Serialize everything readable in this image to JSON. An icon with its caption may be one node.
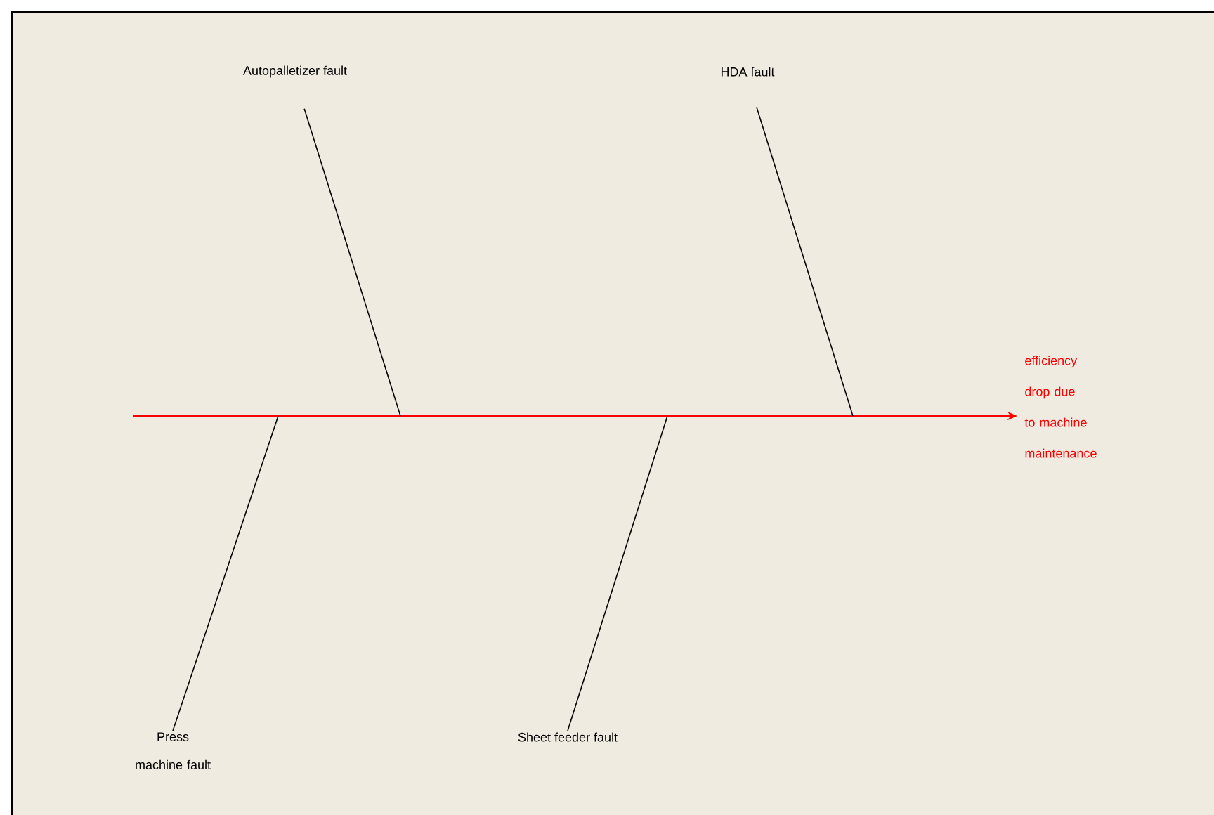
{
  "diagram": {
    "nodes": [
      {
        "text": [
          "Autopalletizer fault"
        ]
      },
      {
        "text": [
          "HDA fault"
        ]
      },
      {
        "text": [
          "efficiency drop due to machine maintenance"
        ]
      },
      {
        "text": [
          "Press machine fault"
        ]
      },
      {
        "text": [
          "Sheet feeder fault"
        ]
      }
    ],
    "edges": [
      {
        "from": null,
        "to": 2,
        "arrow": "to",
        "color": "#ff0000"
      },
      {
        "from": 0,
        "to": null,
        "arrow": "none"
      },
      {
        "from": 1,
        "to": null,
        "arrow": "none"
      },
      {
        "from": 3,
        "to": null,
        "arrow": "none"
      },
      {
        "from": 4,
        "to": null,
        "arrow": "none"
      }
    ]
  }
}
